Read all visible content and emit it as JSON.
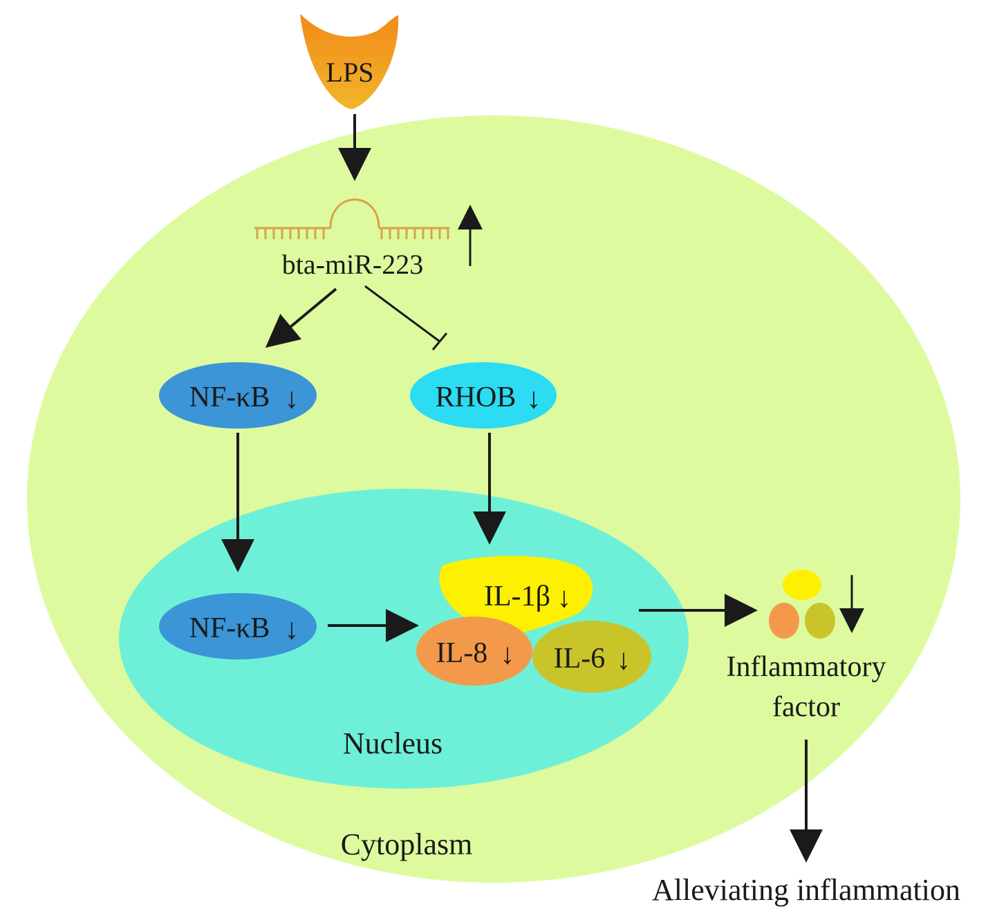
{
  "labels": {
    "lps": "LPS",
    "mirna": "bta-miR-223",
    "nfkb_cytoplasm": "NF-κB",
    "rhob": "RHOB",
    "nfkb_nucleus": "NF-κB",
    "il1b": "IL-1β",
    "il8": "IL-8",
    "il6": "IL-6",
    "inflammatory_factor_line1": "Inflammatory",
    "inflammatory_factor_line2": "factor",
    "nucleus": "Nucleus",
    "cytoplasm": "Cytoplasm",
    "outcome": "Alleviating inflammation",
    "down_arrow": "↓",
    "up_arrow": "↑"
  },
  "colors": {
    "cytoplasm": "#ddfb9e",
    "nucleus": "#6ef0d8",
    "nfkb": "#3b95d6",
    "rhob": "#2bdcf2",
    "il1b": "#fdf000",
    "il8": "#f39a4a",
    "il6": "#c8c42a",
    "lps_top": "#f6a91d",
    "lps_bottom": "#e8761a",
    "mirna": "#dba04a",
    "arrow": "#1a1a1a"
  }
}
